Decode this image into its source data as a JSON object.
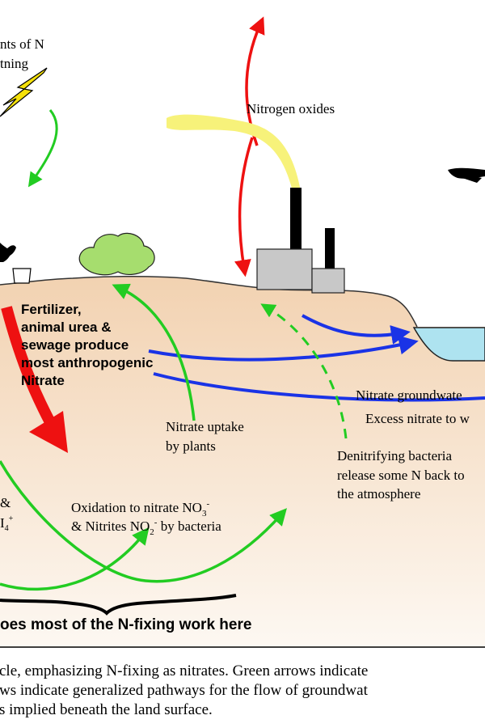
{
  "labels": {
    "lightning_1": "nts of N",
    "lightning_2": "tning",
    "nitrogen_oxides": "Nitrogen oxides",
    "fertilizer": [
      "Fertilizer,",
      "animal urea &",
      "sewage produce",
      "most anthropogenic",
      "Nitrate"
    ],
    "nitrate_uptake": [
      "Nitrate uptake",
      "by plants"
    ],
    "groundwater": "Nitrate groundwate",
    "excess": "Excess nitrate to w",
    "denitrifying": [
      "Denitrifying bacteria",
      "release some N back to",
      "the atmosphere"
    ],
    "oxidation_1a": "Oxidation to nitrate NO",
    "oxidation_1_sub": "3",
    "oxidation_1_sup": "-",
    "oxidation_2a": "& Nitrites NO",
    "oxidation_2_sub": "2",
    "oxidation_2_sup": "-",
    "oxidation_2b": " by bacteria",
    "left_amp": "&",
    "left_nh": "I",
    "left_nh_sub": "4",
    "left_nh_sup": "+",
    "bacteria_work": "oes most of the N-fixing work here"
  },
  "caption": [
    "cle, emphasizing N-fixing as nitrates. Green arrows indicate",
    "ws indicate generalized pathways for the flow of groundwat",
    "s implied beneath the land surface."
  ],
  "colors": {
    "green_arrow": "#22cc22",
    "blue_arrow": "#1a33e6",
    "red_arrow": "#ee1111",
    "soil": "#f4d9bf",
    "water": "#aee3f0",
    "smoke": "#f7f27a",
    "factory": "#c8c8c8"
  }
}
